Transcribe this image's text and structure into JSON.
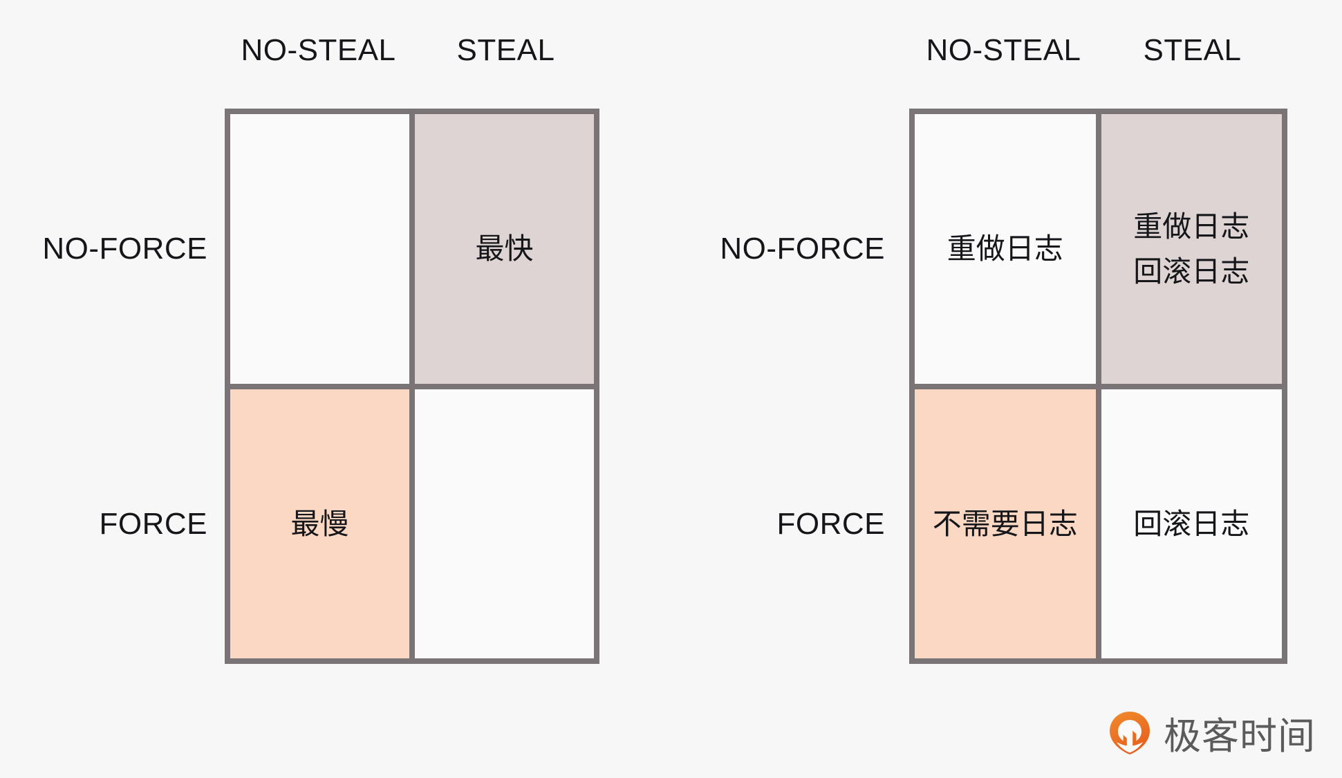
{
  "colors": {
    "background": "#f8f7f7",
    "border": "#7a7477",
    "cell_plain": "#fafafa",
    "cell_mauve": "#ded4d4",
    "cell_peach": "#fbd8c4",
    "text": "#15161a",
    "logo_orange": "#ee7623",
    "logo_text": "#5b5b5b"
  },
  "matrices": [
    {
      "id": "performance-matrix",
      "columns": [
        "NO-STEAL",
        "STEAL"
      ],
      "rows": [
        "NO-FORCE",
        "FORCE"
      ],
      "cells": [
        {
          "row": "NO-FORCE",
          "column": "NO-STEAL",
          "lines": [],
          "fill": "plain"
        },
        {
          "row": "NO-FORCE",
          "column": "STEAL",
          "lines": [
            "最快"
          ],
          "fill": "mauve"
        },
        {
          "row": "FORCE",
          "column": "NO-STEAL",
          "lines": [
            "最慢"
          ],
          "fill": "peach"
        },
        {
          "row": "FORCE",
          "column": "STEAL",
          "lines": [],
          "fill": "plain"
        }
      ]
    },
    {
      "id": "logging-matrix",
      "columns": [
        "NO-STEAL",
        "STEAL"
      ],
      "rows": [
        "NO-FORCE",
        "FORCE"
      ],
      "cells": [
        {
          "row": "NO-FORCE",
          "column": "NO-STEAL",
          "lines": [
            "重做日志"
          ],
          "fill": "plain"
        },
        {
          "row": "NO-FORCE",
          "column": "STEAL",
          "lines": [
            "重做日志",
            "回滚日志"
          ],
          "fill": "mauve"
        },
        {
          "row": "FORCE",
          "column": "NO-STEAL",
          "lines": [
            "不需要日志"
          ],
          "fill": "peach"
        },
        {
          "row": "FORCE",
          "column": "STEAL",
          "lines": [
            "回滚日志"
          ],
          "fill": "plain"
        }
      ]
    }
  ],
  "watermark": {
    "text": "极客时间",
    "mark": "geektime-logo-icon"
  }
}
